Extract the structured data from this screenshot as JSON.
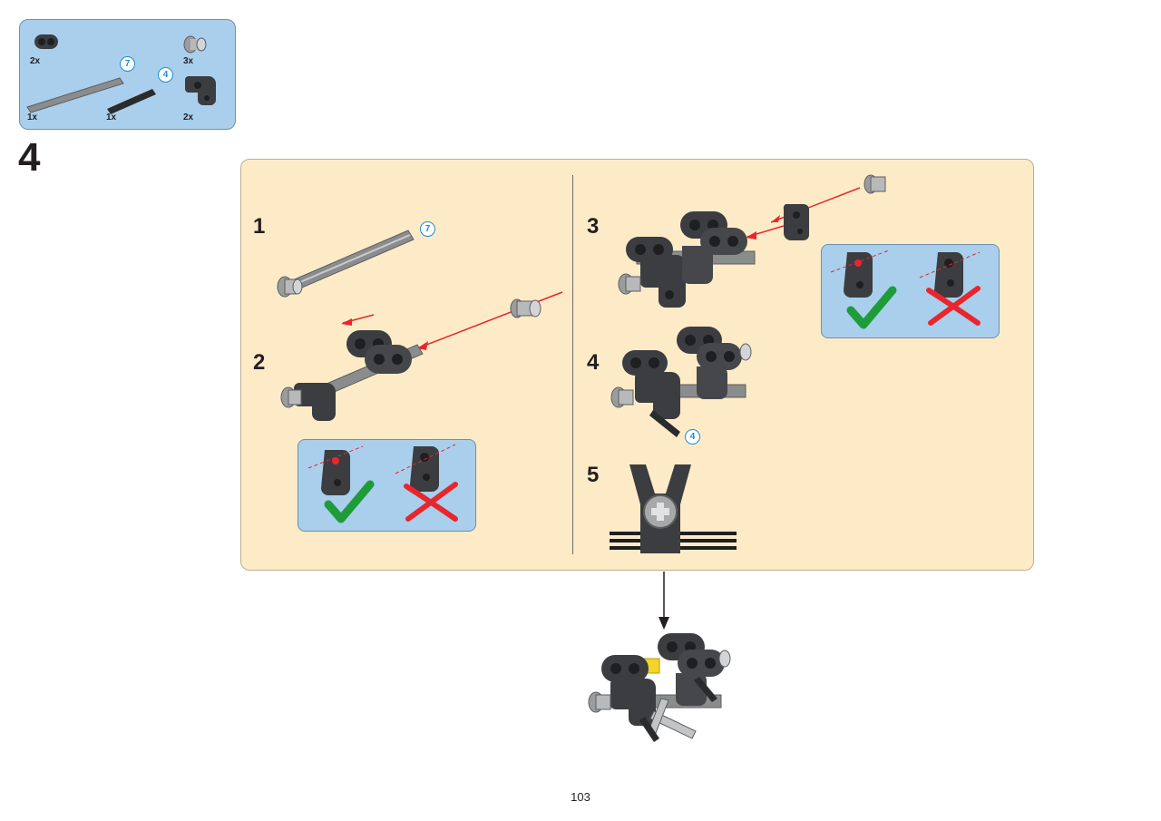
{
  "parts_list": {
    "items": [
      {
        "name": "beam-connector",
        "quantity": "2x"
      },
      {
        "name": "axle-7",
        "quantity": "1x",
        "callout": "7"
      },
      {
        "name": "axle-4",
        "quantity": "1x",
        "callout": "4"
      },
      {
        "name": "bush",
        "quantity": "3x"
      },
      {
        "name": "angled-connector",
        "quantity": "2x"
      }
    ]
  },
  "main_step": {
    "number": "4"
  },
  "substeps": [
    {
      "number": "1",
      "callout": "7"
    },
    {
      "number": "2"
    },
    {
      "number": "3"
    },
    {
      "number": "4",
      "callout": "4"
    },
    {
      "number": "5"
    }
  ],
  "page_number": "103",
  "colors": {
    "parts_box_bg": "#a9cfec",
    "panel_bg": "#fdebc8",
    "arrow_red": "#e8262c",
    "check_green": "#1e9c3a",
    "cross_red": "#e8262c",
    "callout_blue": "#1b8fd0",
    "part_dark": "#3b3d40",
    "part_grey": "#8a8c8e"
  }
}
